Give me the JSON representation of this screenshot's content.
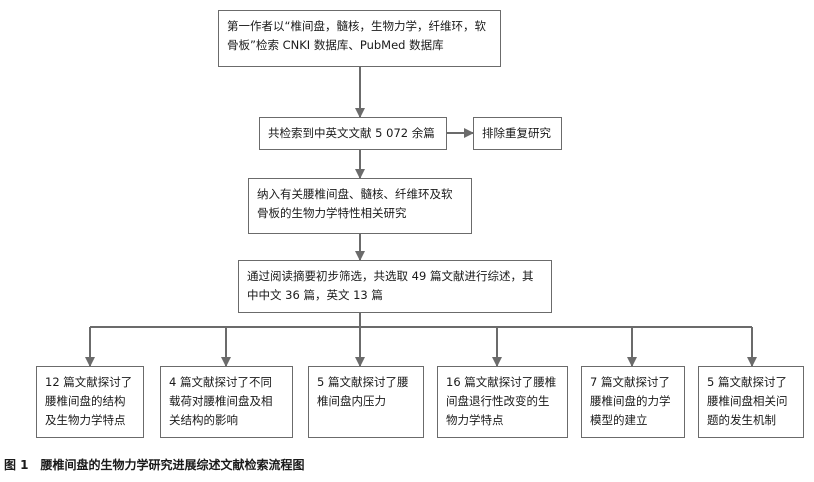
{
  "flow": {
    "step1": "第一作者以“椎间盘，髓核，生物力学，纤维环，软\n骨板”检索 CNKI 数据库、PubMed 数据库",
    "step2": "共检索到中英文文献 5 072 余篇",
    "exclude": "排除重复研究",
    "step3": "纳入有关腰椎间盘、髓核、纤维环及软\n骨板的生物力学特性相关研究",
    "step4": "通过阅读摘要初步筛选，共选取 49 篇文献进行综述，其\n中中文 36 篇，英文 13 篇",
    "results": [
      "12 篇文献探讨了\n腰椎间盘的结构\n及生物力学特点",
      "4 篇文献探讨了不同\n载荷对腰椎间盘及相\n关结构的影响",
      "5 篇文献探讨了腰\n椎间盘内压力",
      "16 篇文献探讨了腰椎\n间盘退行性改变的生\n物力学特点",
      "7 篇文献探讨了\n腰椎间盘的力学\n模型的建立",
      "5 篇文献探讨了\n腰椎间盘相关问\n题的发生机制"
    ]
  },
  "caption": {
    "number": "图 1",
    "text": "腰椎间盘的生物力学研究进展综述文献检索流程图"
  }
}
